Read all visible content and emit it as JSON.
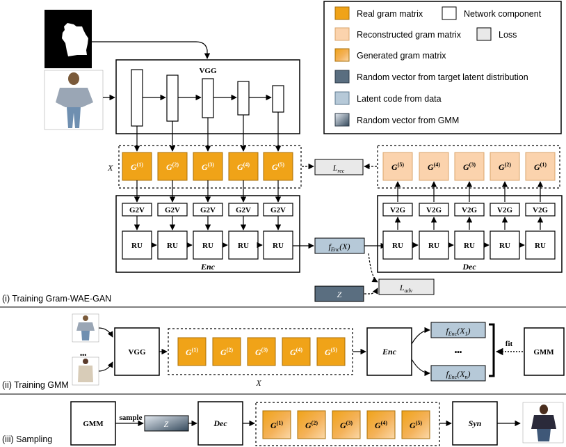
{
  "legend": {
    "items": [
      {
        "label": "Real gram matrix"
      },
      {
        "label": "Network component"
      },
      {
        "label": "Reconstructed gram matrix"
      },
      {
        "label": "Loss"
      },
      {
        "label": "Generated gram matrix"
      },
      {
        "label": "Random vector from target latent distribution"
      },
      {
        "label": "Latent code from data"
      },
      {
        "label": "Random vector from GMM"
      }
    ]
  },
  "colors": {
    "real": "#f0a318",
    "reconstructed": "#fbd3ad",
    "loss": "#e9e9e9",
    "target_vector": "#5a6e80",
    "latent_code": "#b6c9d8",
    "gmm_top": "#dfe6ee",
    "gmm_bottom": "#3e5468"
  },
  "gram_labels": [
    "G",
    "G",
    "G",
    "G",
    "G"
  ],
  "gram_indices": [
    "(1)",
    "(2)",
    "(3)",
    "(4)",
    "(5)"
  ],
  "section1": {
    "title": "(i) Training Gram-WAE-GAN",
    "vgg_label": "VGG",
    "x_label": "X",
    "g2v_label": "G2V",
    "v2g_label": "V2G",
    "ru_label": "RU",
    "enc_label": "Enc",
    "dec_label": "Dec",
    "lrec_main": "L",
    "lrec_sub": "rec",
    "ladv_main": "L",
    "ladv_sub": "adv",
    "fenc_f": "f",
    "fenc_sub": "Enc",
    "fenc_arg": "(X)",
    "z_label": "Z"
  },
  "section2": {
    "title": "(ii) Training GMM",
    "vgg_label": "VGG",
    "x_label": "X",
    "enc_label": "Enc",
    "dots_mid": "•••",
    "dots_left": "•••",
    "f1_arg_open": "(X",
    "f1_sub": "1",
    "fn_sub": "n",
    "arg_close": ")",
    "fit_label": "fit",
    "gmm_label": "GMM"
  },
  "section3": {
    "title": "(iii) Sampling",
    "gmm_label": "GMM",
    "sample_label": "sample",
    "z_label": "Z",
    "dec_label": "Dec",
    "syn_label": "Syn"
  }
}
